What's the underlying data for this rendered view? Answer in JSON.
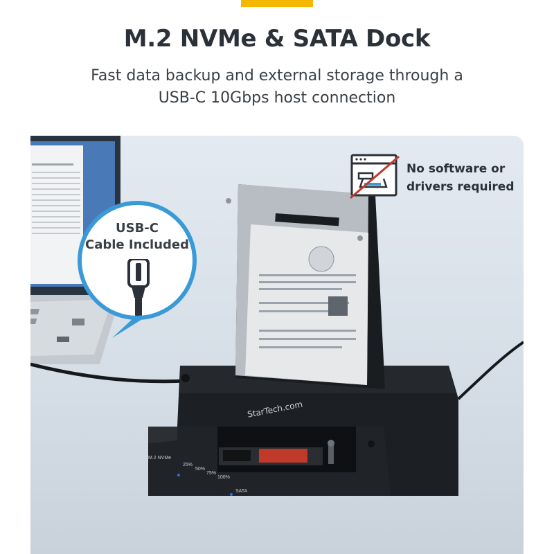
{
  "header": {
    "title": "M.2 NVMe & SATA Dock",
    "subtitle_line1": "Fast data backup and external storage through a",
    "subtitle_line2": "USB-C 10Gbps host connection"
  },
  "callouts": {
    "software_line1": "No software or",
    "software_line2": "drivers required",
    "usb_line1": "USB-C",
    "usb_line2": "Cable Included"
  },
  "dock": {
    "brand": "StarTech.com",
    "slot_label": "M.2 NVMe",
    "progress_25": "25%",
    "progress_50": "50%",
    "progress_75": "75%",
    "progress_100": "100%",
    "sata_label": "SATA"
  },
  "colors": {
    "accent": "#f5b800",
    "ring": "#3a9ad8",
    "title_text": "#2b3138",
    "led": "#2f6fd8",
    "no_symbol": "#c0392b"
  },
  "icons": {
    "software": "no-software-icon",
    "usb": "usb-c-connector-icon"
  }
}
